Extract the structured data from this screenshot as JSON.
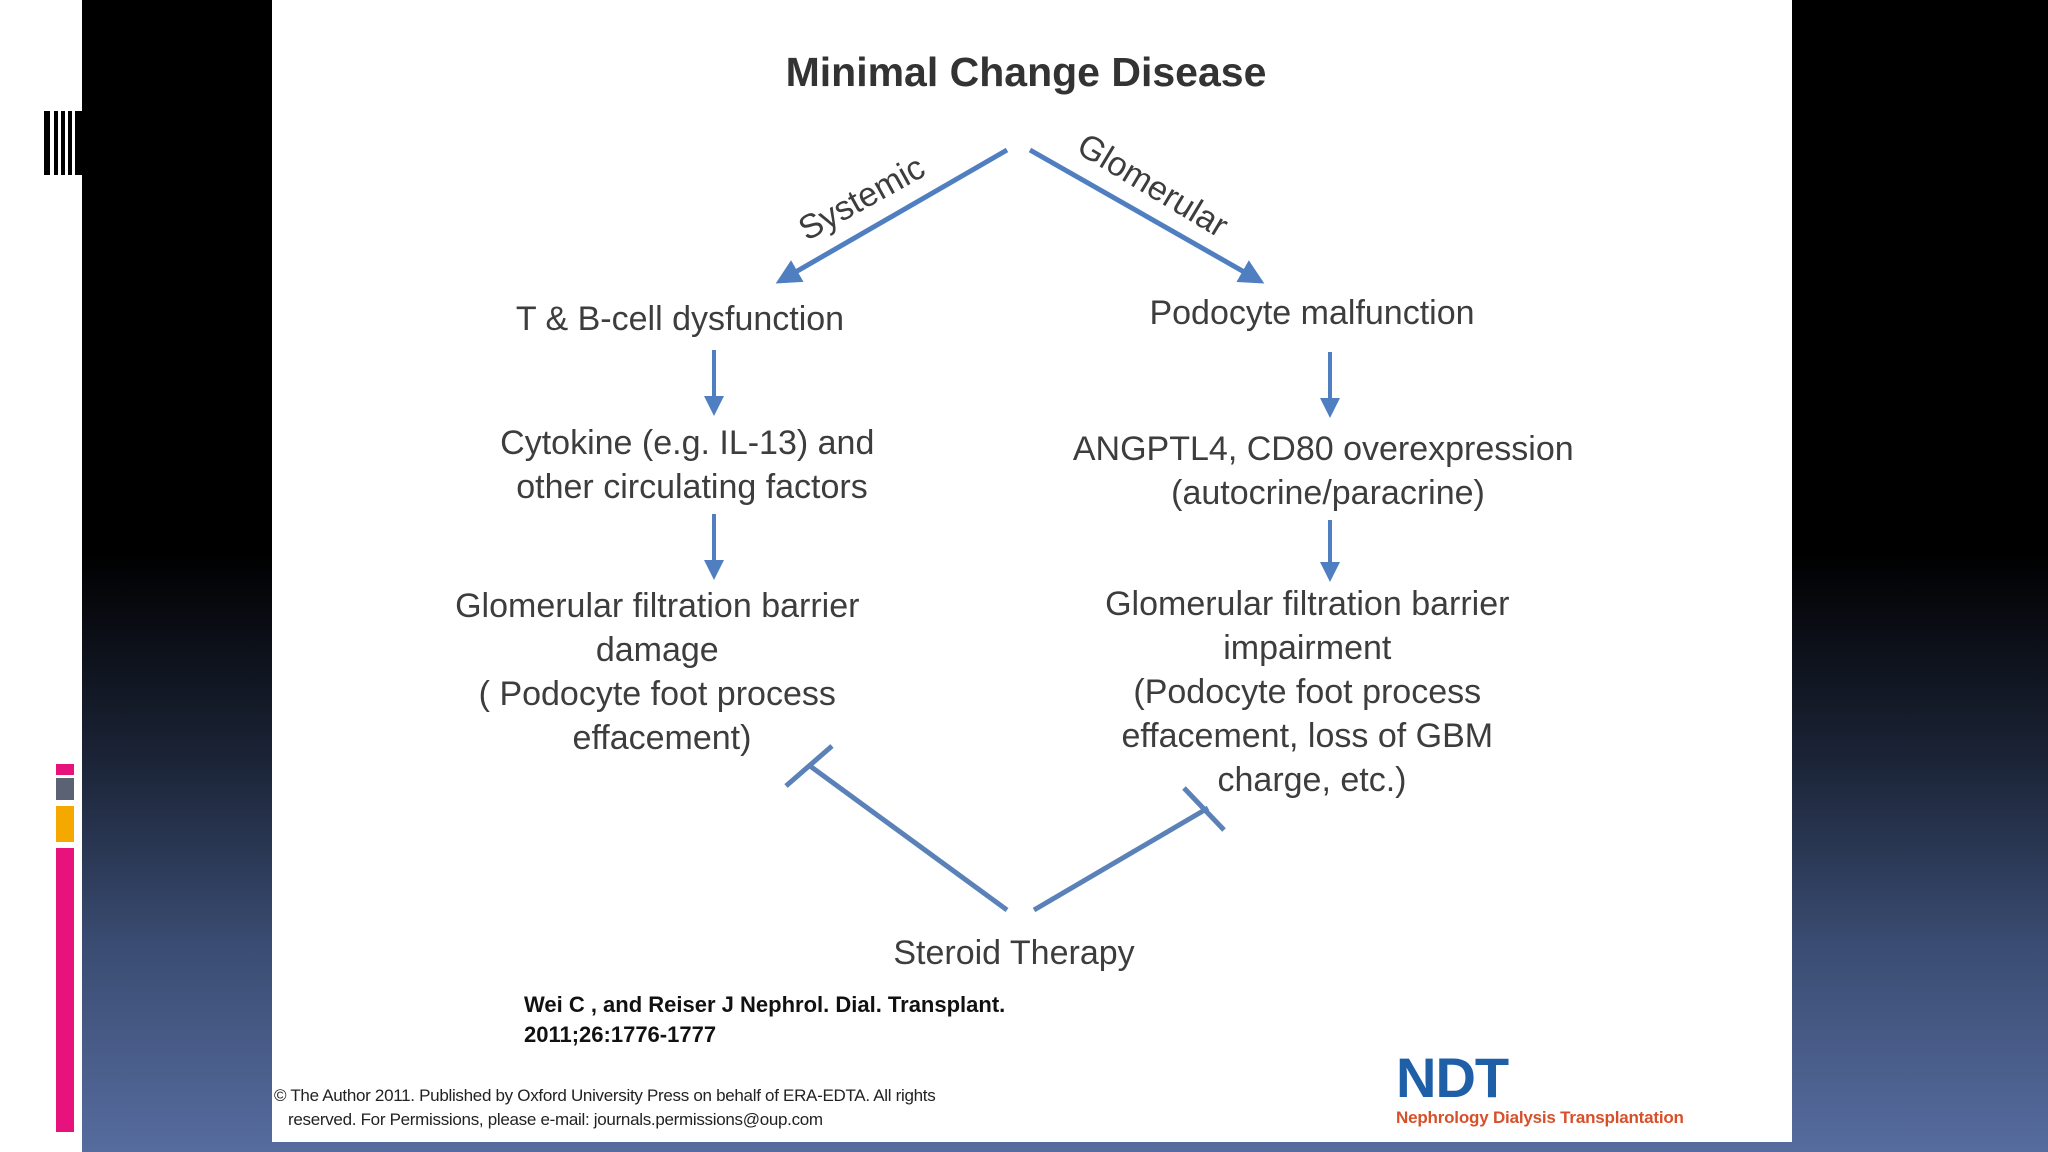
{
  "diagram": {
    "title": "Minimal Change Disease",
    "branches": {
      "left": "Systemic",
      "right": "Glomerular"
    },
    "left_column": [
      [
        "T & B-cell dysfunction"
      ],
      [
        "Cytokine (e.g. IL-13) and",
        "other circulating factors"
      ],
      [
        "Glomerular filtration barrier",
        "damage",
        "( Podocyte foot process",
        "effacement)"
      ]
    ],
    "right_column": [
      [
        "Podocyte malfunction"
      ],
      [
        "ANGPTL4, CD80 overexpression",
        "(autocrine/paracrine)"
      ],
      [
        "Glomerular filtration barrier",
        "impairment",
        "(Podocyte foot process",
        "effacement, loss of GBM",
        "charge, etc.)"
      ]
    ],
    "bottom": "Steroid Therapy",
    "arrow_color": "#4f7fc0",
    "inhibitor_color": "#5b82b8"
  },
  "citation": {
    "line1": "Wei C , and Reiser J Nephrol. Dial. Transplant.",
    "line2": "2011;26:1776-1777"
  },
  "copyright": {
    "line1": "© The Author 2011. Published by Oxford University Press on behalf of ERA-EDTA. All rights",
    "line2": "reserved. For Permissions, please e-mail: journals.permissions@oup.com"
  },
  "logo": {
    "abbr": "NDT",
    "full": "Nephrology Dialysis Transplantation",
    "color": "#1f5fa8",
    "subtitle_color": "#d7502a"
  },
  "theme": {
    "accent_pink": "#e8127c",
    "accent_orange": "#f5a800",
    "accent_gray": "#5a6274"
  }
}
